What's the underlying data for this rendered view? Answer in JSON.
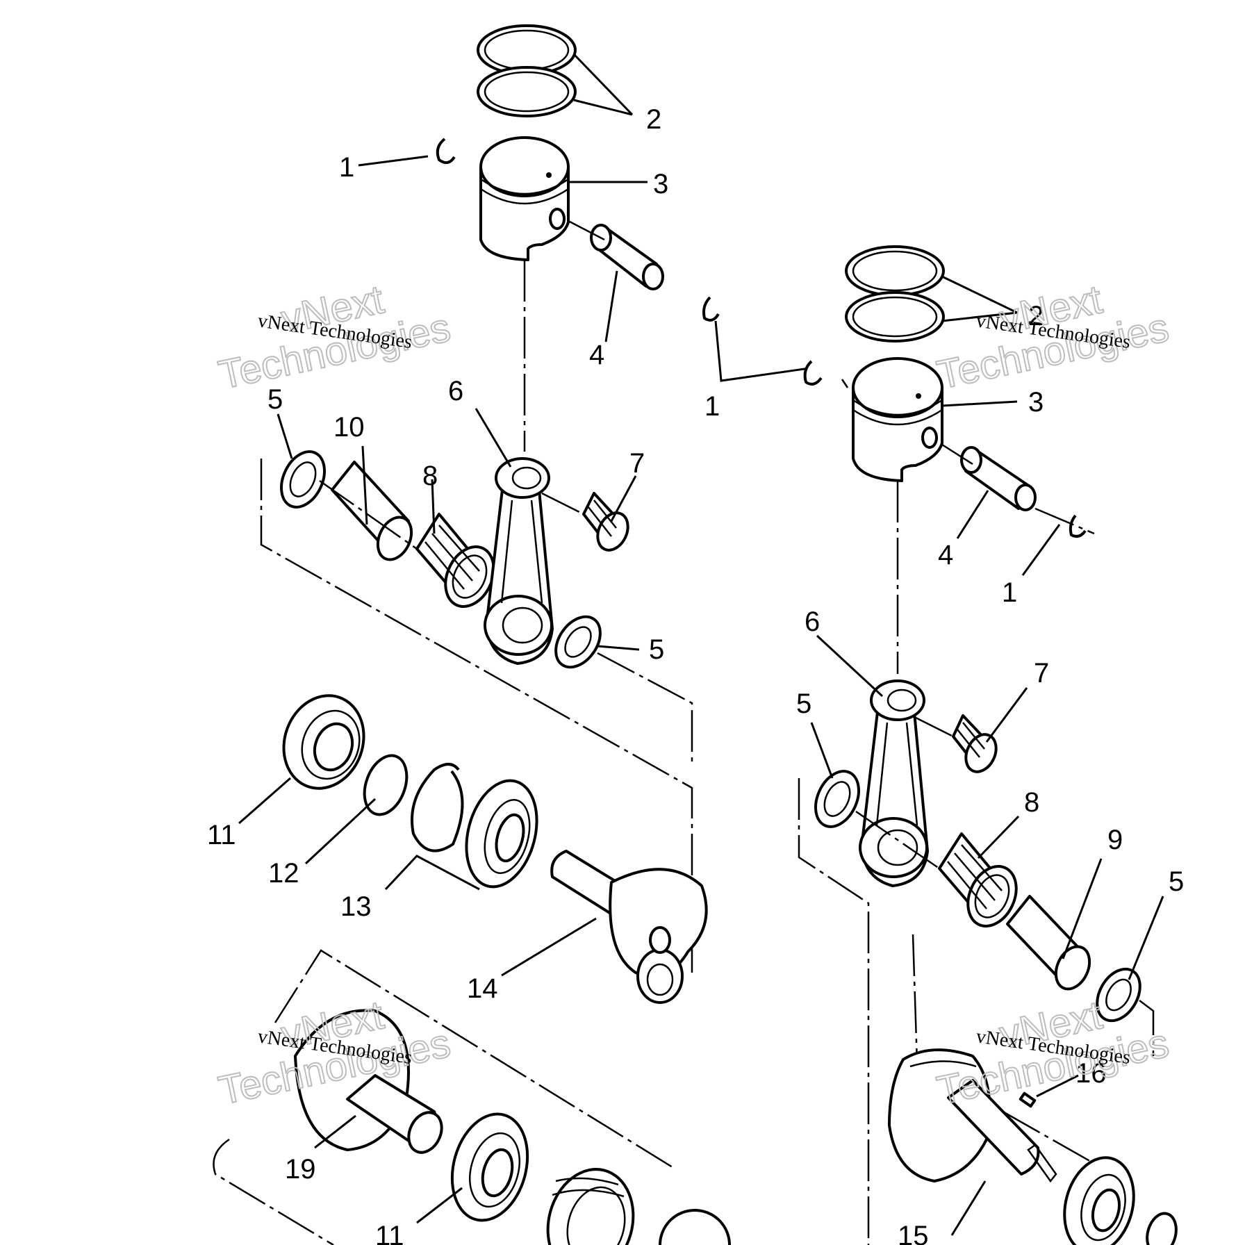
{
  "watermark": {
    "small": "vNext Technologies",
    "line1": "vNext",
    "line2": "Technologies"
  },
  "callouts": [
    {
      "id": "c-2a",
      "label": "2"
    },
    {
      "id": "c-1a",
      "label": "1"
    },
    {
      "id": "c-3a",
      "label": "3"
    },
    {
      "id": "c-4a",
      "label": "4"
    },
    {
      "id": "c-5a",
      "label": "5"
    },
    {
      "id": "c-10",
      "label": "10"
    },
    {
      "id": "c-6a",
      "label": "6"
    },
    {
      "id": "c-8a",
      "label": "8"
    },
    {
      "id": "c-7a",
      "label": "7"
    },
    {
      "id": "c-5b",
      "label": "5"
    },
    {
      "id": "c-11a",
      "label": "11"
    },
    {
      "id": "c-12",
      "label": "12"
    },
    {
      "id": "c-13",
      "label": "13"
    },
    {
      "id": "c-14",
      "label": "14"
    },
    {
      "id": "c-19",
      "label": "19"
    },
    {
      "id": "c-11b",
      "label": "11"
    },
    {
      "id": "c-2b",
      "label": "2"
    },
    {
      "id": "c-1b",
      "label": "1"
    },
    {
      "id": "c-3b",
      "label": "3"
    },
    {
      "id": "c-4b",
      "label": "4"
    },
    {
      "id": "c-1c",
      "label": "1"
    },
    {
      "id": "c-6b",
      "label": "6"
    },
    {
      "id": "c-7b",
      "label": "7"
    },
    {
      "id": "c-5c",
      "label": "5"
    },
    {
      "id": "c-8b",
      "label": "8"
    },
    {
      "id": "c-9",
      "label": "9"
    },
    {
      "id": "c-5d",
      "label": "5"
    },
    {
      "id": "c-16",
      "label": "16"
    },
    {
      "id": "c-15",
      "label": "15"
    }
  ]
}
